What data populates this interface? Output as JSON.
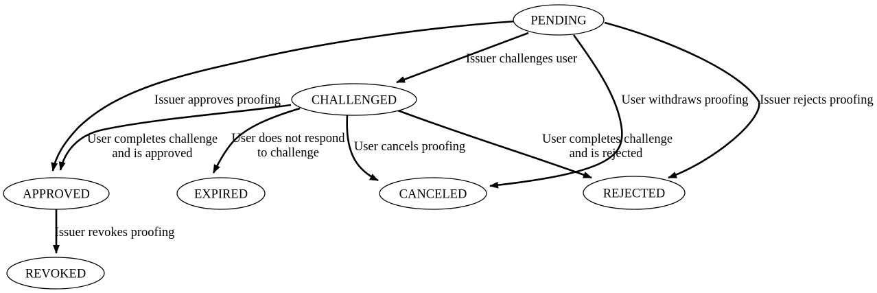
{
  "diagram": {
    "kind": "state-transition-graph",
    "background_color": "#ffffff",
    "node_fill_color": "#ffffff",
    "stroke_color": "#000000",
    "text_color": "#000000",
    "nodes": [
      {
        "id": "pending",
        "label": "PENDING"
      },
      {
        "id": "challenged",
        "label": "CHALLENGED"
      },
      {
        "id": "approved",
        "label": "APPROVED"
      },
      {
        "id": "expired",
        "label": "EXPIRED"
      },
      {
        "id": "canceled",
        "label": "CANCELED"
      },
      {
        "id": "rejected",
        "label": "REJECTED"
      },
      {
        "id": "revoked",
        "label": "REVOKED"
      }
    ],
    "edges": [
      {
        "from": "PENDING",
        "to": "CHALLENGED",
        "label": [
          "Issuer challenges user"
        ]
      },
      {
        "from": "PENDING",
        "to": "APPROVED",
        "label": [
          "Issuer approves proofing"
        ]
      },
      {
        "from": "PENDING",
        "to": "CANCELED",
        "label": [
          "User withdraws proofing"
        ]
      },
      {
        "from": "PENDING",
        "to": "REJECTED",
        "label": [
          "Issuer rejects proofing"
        ]
      },
      {
        "from": "CHALLENGED",
        "to": "APPROVED",
        "label": [
          "User completes challenge",
          "and is approved"
        ]
      },
      {
        "from": "CHALLENGED",
        "to": "EXPIRED",
        "label": [
          "User does not respond",
          "to challenge"
        ]
      },
      {
        "from": "CHALLENGED",
        "to": "CANCELED",
        "label": [
          "User cancels proofing"
        ]
      },
      {
        "from": "CHALLENGED",
        "to": "REJECTED",
        "label": [
          "User completes challenge",
          "and is rejected"
        ]
      },
      {
        "from": "APPROVED",
        "to": "REVOKED",
        "label": [
          "Issuer revokes proofing"
        ]
      }
    ]
  }
}
